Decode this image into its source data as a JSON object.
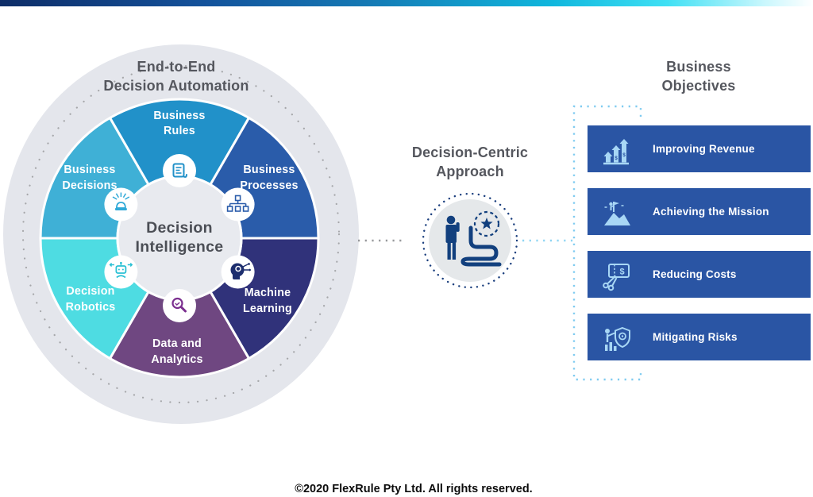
{
  "page": {
    "footer": "©2020 FlexRule Pty Ltd. All rights reserved."
  },
  "colors": {
    "topbar_left": "#0e2d67",
    "topbar_right": "#3fe0f4",
    "heading_gray": "#55575e",
    "objective_box_blue": "#2a55a4",
    "objective_icon_blue": "#a8d7f5",
    "bracket_blue": "#7fcbf0",
    "connector_gray": "#97989b",
    "approach_navy": "#12407e",
    "ring_gray": "#e4e6ec"
  },
  "wheel": {
    "title_lines": [
      "End-to-End",
      "Decision Automation"
    ],
    "center_lines": [
      "Decision",
      "Intelligence"
    ],
    "segments": [
      {
        "id": "business-rules",
        "lines": [
          "Business",
          "Rules"
        ],
        "color": "#2191c9",
        "icon": "scroll-icon"
      },
      {
        "id": "business-processes",
        "lines": [
          "Business",
          "Processes"
        ],
        "color": "#2a5caa",
        "icon": "flowchart-icon"
      },
      {
        "id": "machine-learning",
        "lines": [
          "Machine",
          "Learning"
        ],
        "color": "#30327a",
        "icon": "ml-head-icon"
      },
      {
        "id": "data-analytics",
        "lines": [
          "Data and",
          "Analytics"
        ],
        "color": "#6f4781",
        "icon": "magnifier-icon"
      },
      {
        "id": "decision-robotics",
        "lines": [
          "Decision",
          "Robotics"
        ],
        "color": "#4edce2",
        "icon": "robot-icon"
      },
      {
        "id": "business-decisions",
        "lines": [
          "Business",
          "Decisions"
        ],
        "color": "#3fb0d6",
        "icon": "siren-icon"
      }
    ]
  },
  "approach": {
    "title_lines": [
      "Decision-Centric",
      "Approach"
    ],
    "icon": "person-path-star-icon"
  },
  "objectives": {
    "title_lines": [
      "Business",
      "Objectives"
    ],
    "items": [
      {
        "label": "Improving Revenue",
        "icon": "revenue-growth-icon"
      },
      {
        "label": "Achieving the Mission",
        "icon": "mission-flag-icon"
      },
      {
        "label": "Reducing Costs",
        "icon": "cost-cutting-icon"
      },
      {
        "label": "Mitigating Risks",
        "icon": "risk-shield-icon"
      }
    ]
  }
}
